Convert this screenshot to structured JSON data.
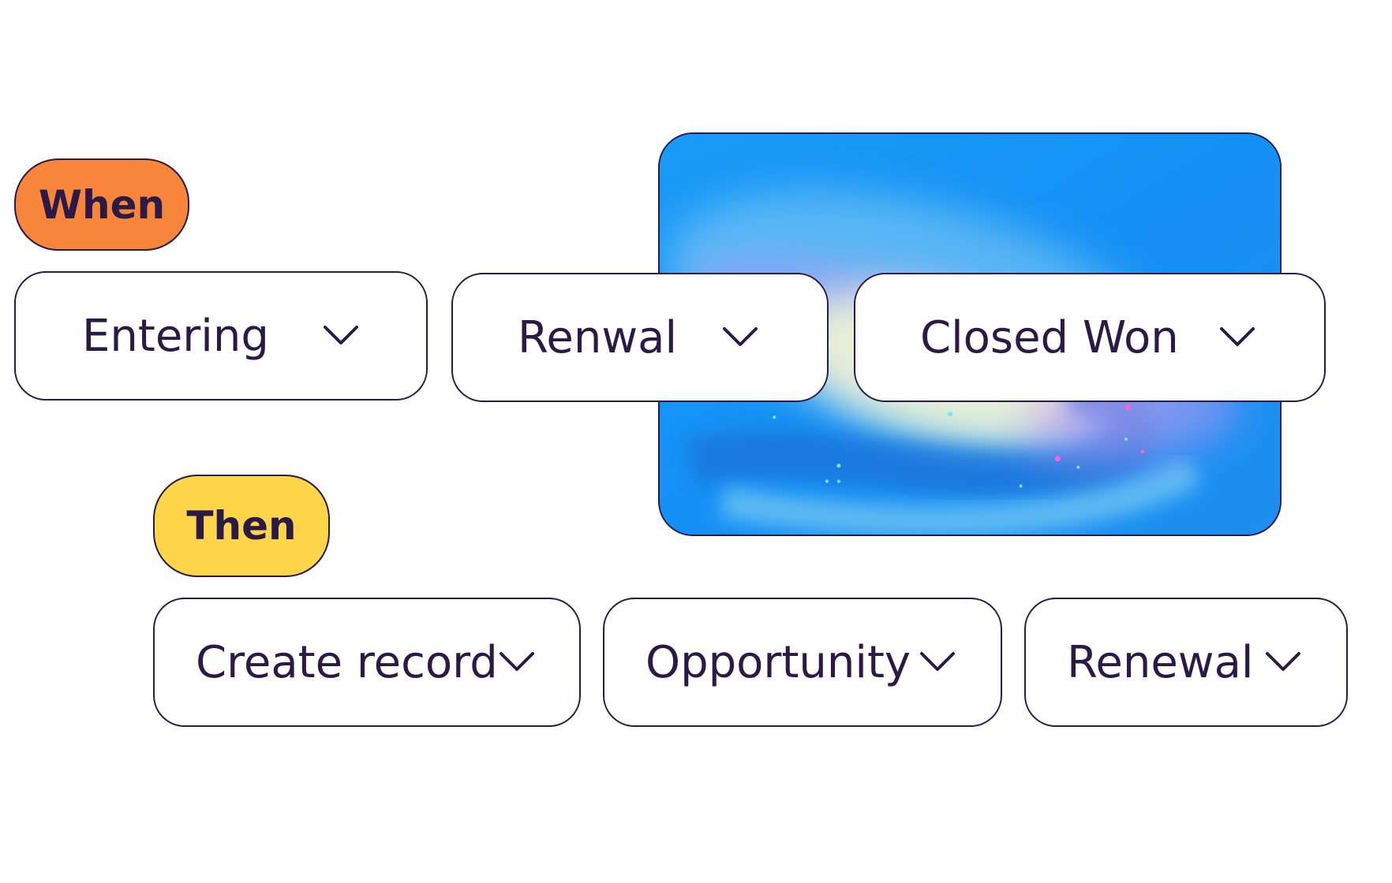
{
  "when": {
    "label": "When",
    "color": "#f7853b",
    "dropdowns": [
      {
        "label": "Entering",
        "icon": "chevron-down-icon"
      },
      {
        "label": "Renwal",
        "icon": "chevron-down-icon"
      },
      {
        "label": "Closed Won",
        "icon": "chevron-down-icon"
      }
    ]
  },
  "then": {
    "label": "Then",
    "color": "#ffd54a",
    "dropdowns": [
      {
        "label": "Create record",
        "icon": "chevron-down-icon"
      },
      {
        "label": "Opportunity",
        "icon": "chevron-down-icon"
      },
      {
        "label": "Renewal",
        "icon": "chevron-down-icon"
      }
    ]
  },
  "theme": {
    "outline": "#2a1a45",
    "galaxy_blue": "#1590f5"
  }
}
